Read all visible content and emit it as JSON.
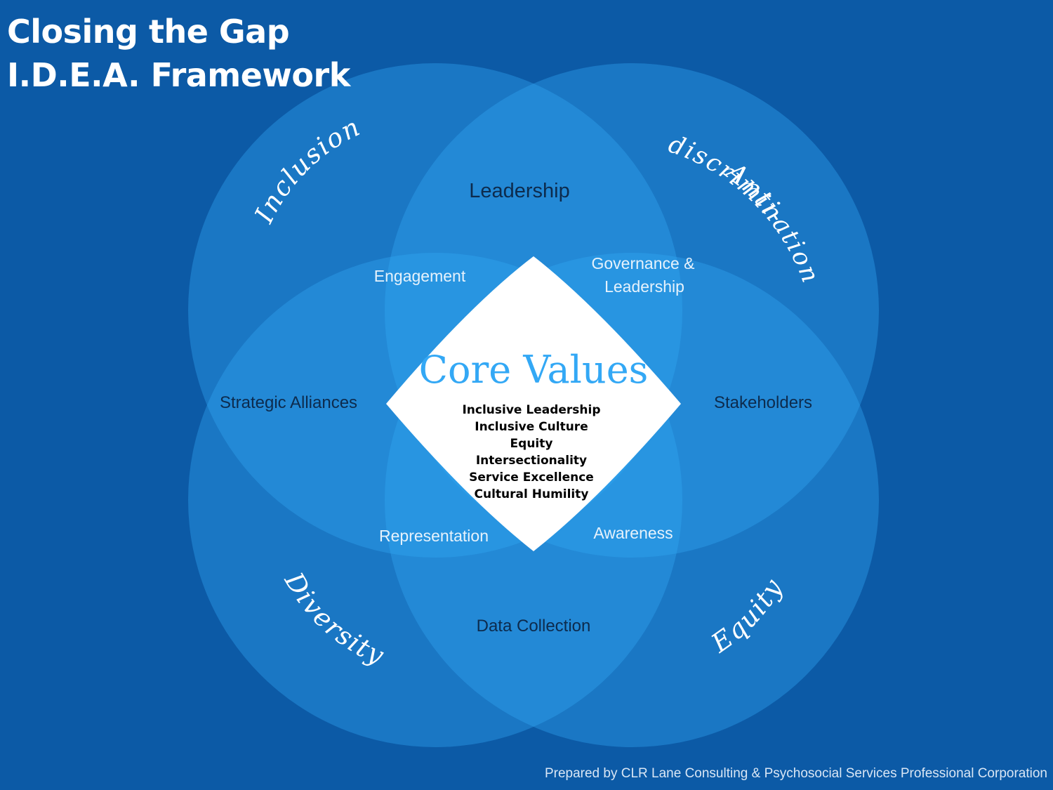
{
  "header": {
    "title_line1": "Closing the Gap",
    "title_line2": "I.D.E.A. Framework"
  },
  "colors": {
    "background": "#0c5aa6",
    "circle_fill": "#33a8f5",
    "center_fill": "#ffffff",
    "core_title": "#33a8f5",
    "dark_text": "#0d2b4d",
    "light_text": "#e6f2fc"
  },
  "circles": {
    "inclusion": "Inclusion",
    "anti_line1": "Anti-",
    "anti_line2": "discrimination",
    "diversity": "Diversity",
    "equity": "Equity"
  },
  "intersections": {
    "leadership": "Leadership",
    "engagement": "Engagement",
    "governance_line1": "Governance &",
    "governance_line2": "Leadership",
    "strategic_alliances": "Strategic Alliances",
    "stakeholders": "Stakeholders",
    "representation": "Representation",
    "awareness": "Awareness",
    "data_collection": "Data Collection"
  },
  "core": {
    "title": "Core Values",
    "values": [
      "Inclusive Leadership",
      "Inclusive Culture",
      "Equity",
      "Intersectionality",
      "Service Excellence",
      "Cultural Humility"
    ]
  },
  "footer": {
    "credit": "Prepared by CLR Lane Consulting & Psychosocial Services Professional Corporation"
  }
}
